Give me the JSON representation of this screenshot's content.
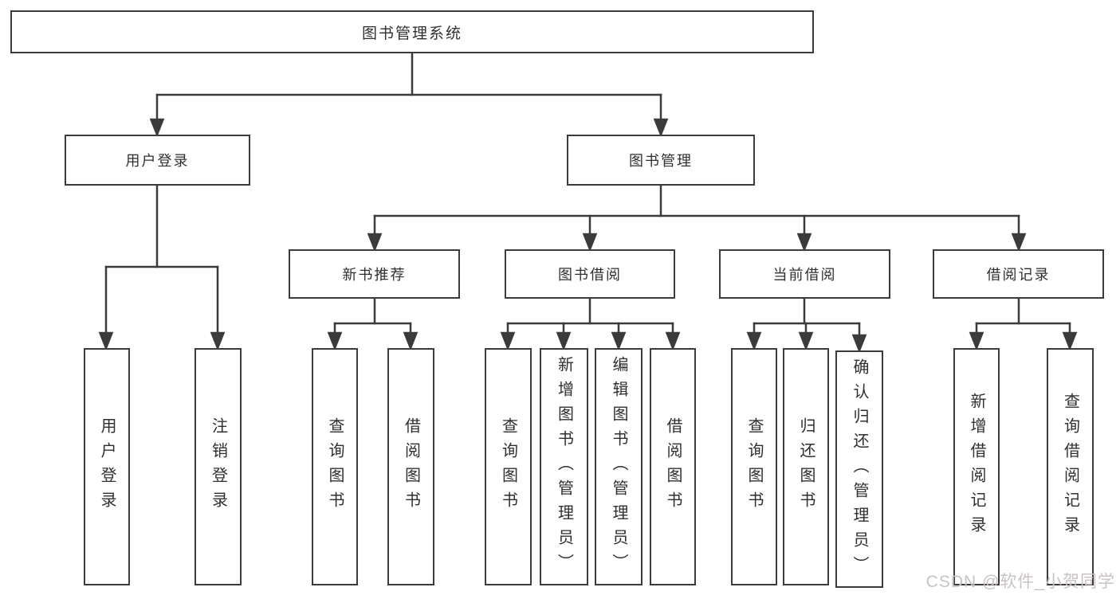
{
  "diagram": {
    "root": "图书管理系统",
    "user_login": {
      "label": "用户登录",
      "children": {
        "login": "用户登录",
        "logout": "注销登录"
      }
    },
    "book_management": {
      "label": "图书管理",
      "groups": {
        "new_book_recommend": {
          "label": "新书推荐",
          "children": {
            "query_books": "查询图书",
            "borrow_books": "借阅图书"
          }
        },
        "book_borrow": {
          "label": "图书借阅",
          "children": {
            "query_books": "查询图书",
            "add_books": "新增图书（管理员）",
            "edit_books": "编辑图书（管理员）",
            "borrow_books": "借阅图书"
          }
        },
        "current_borrow": {
          "label": "当前借阅",
          "children": {
            "query_books": "查询图书",
            "return_books": "归还图书",
            "confirm_return": "确认归还（管理员）"
          }
        },
        "borrow_records": {
          "label": "借阅记录",
          "children": {
            "add_record": "新增借阅记录",
            "query_record": "查询借阅记录"
          }
        }
      }
    }
  },
  "watermark": "CSDN @软件_小贺同学",
  "colors": {
    "background": "#ffffff",
    "line": "#3b3b3b",
    "box_border": "#3b3b3b",
    "text": "#2f2f2f",
    "watermark": "#c9c2c4"
  }
}
